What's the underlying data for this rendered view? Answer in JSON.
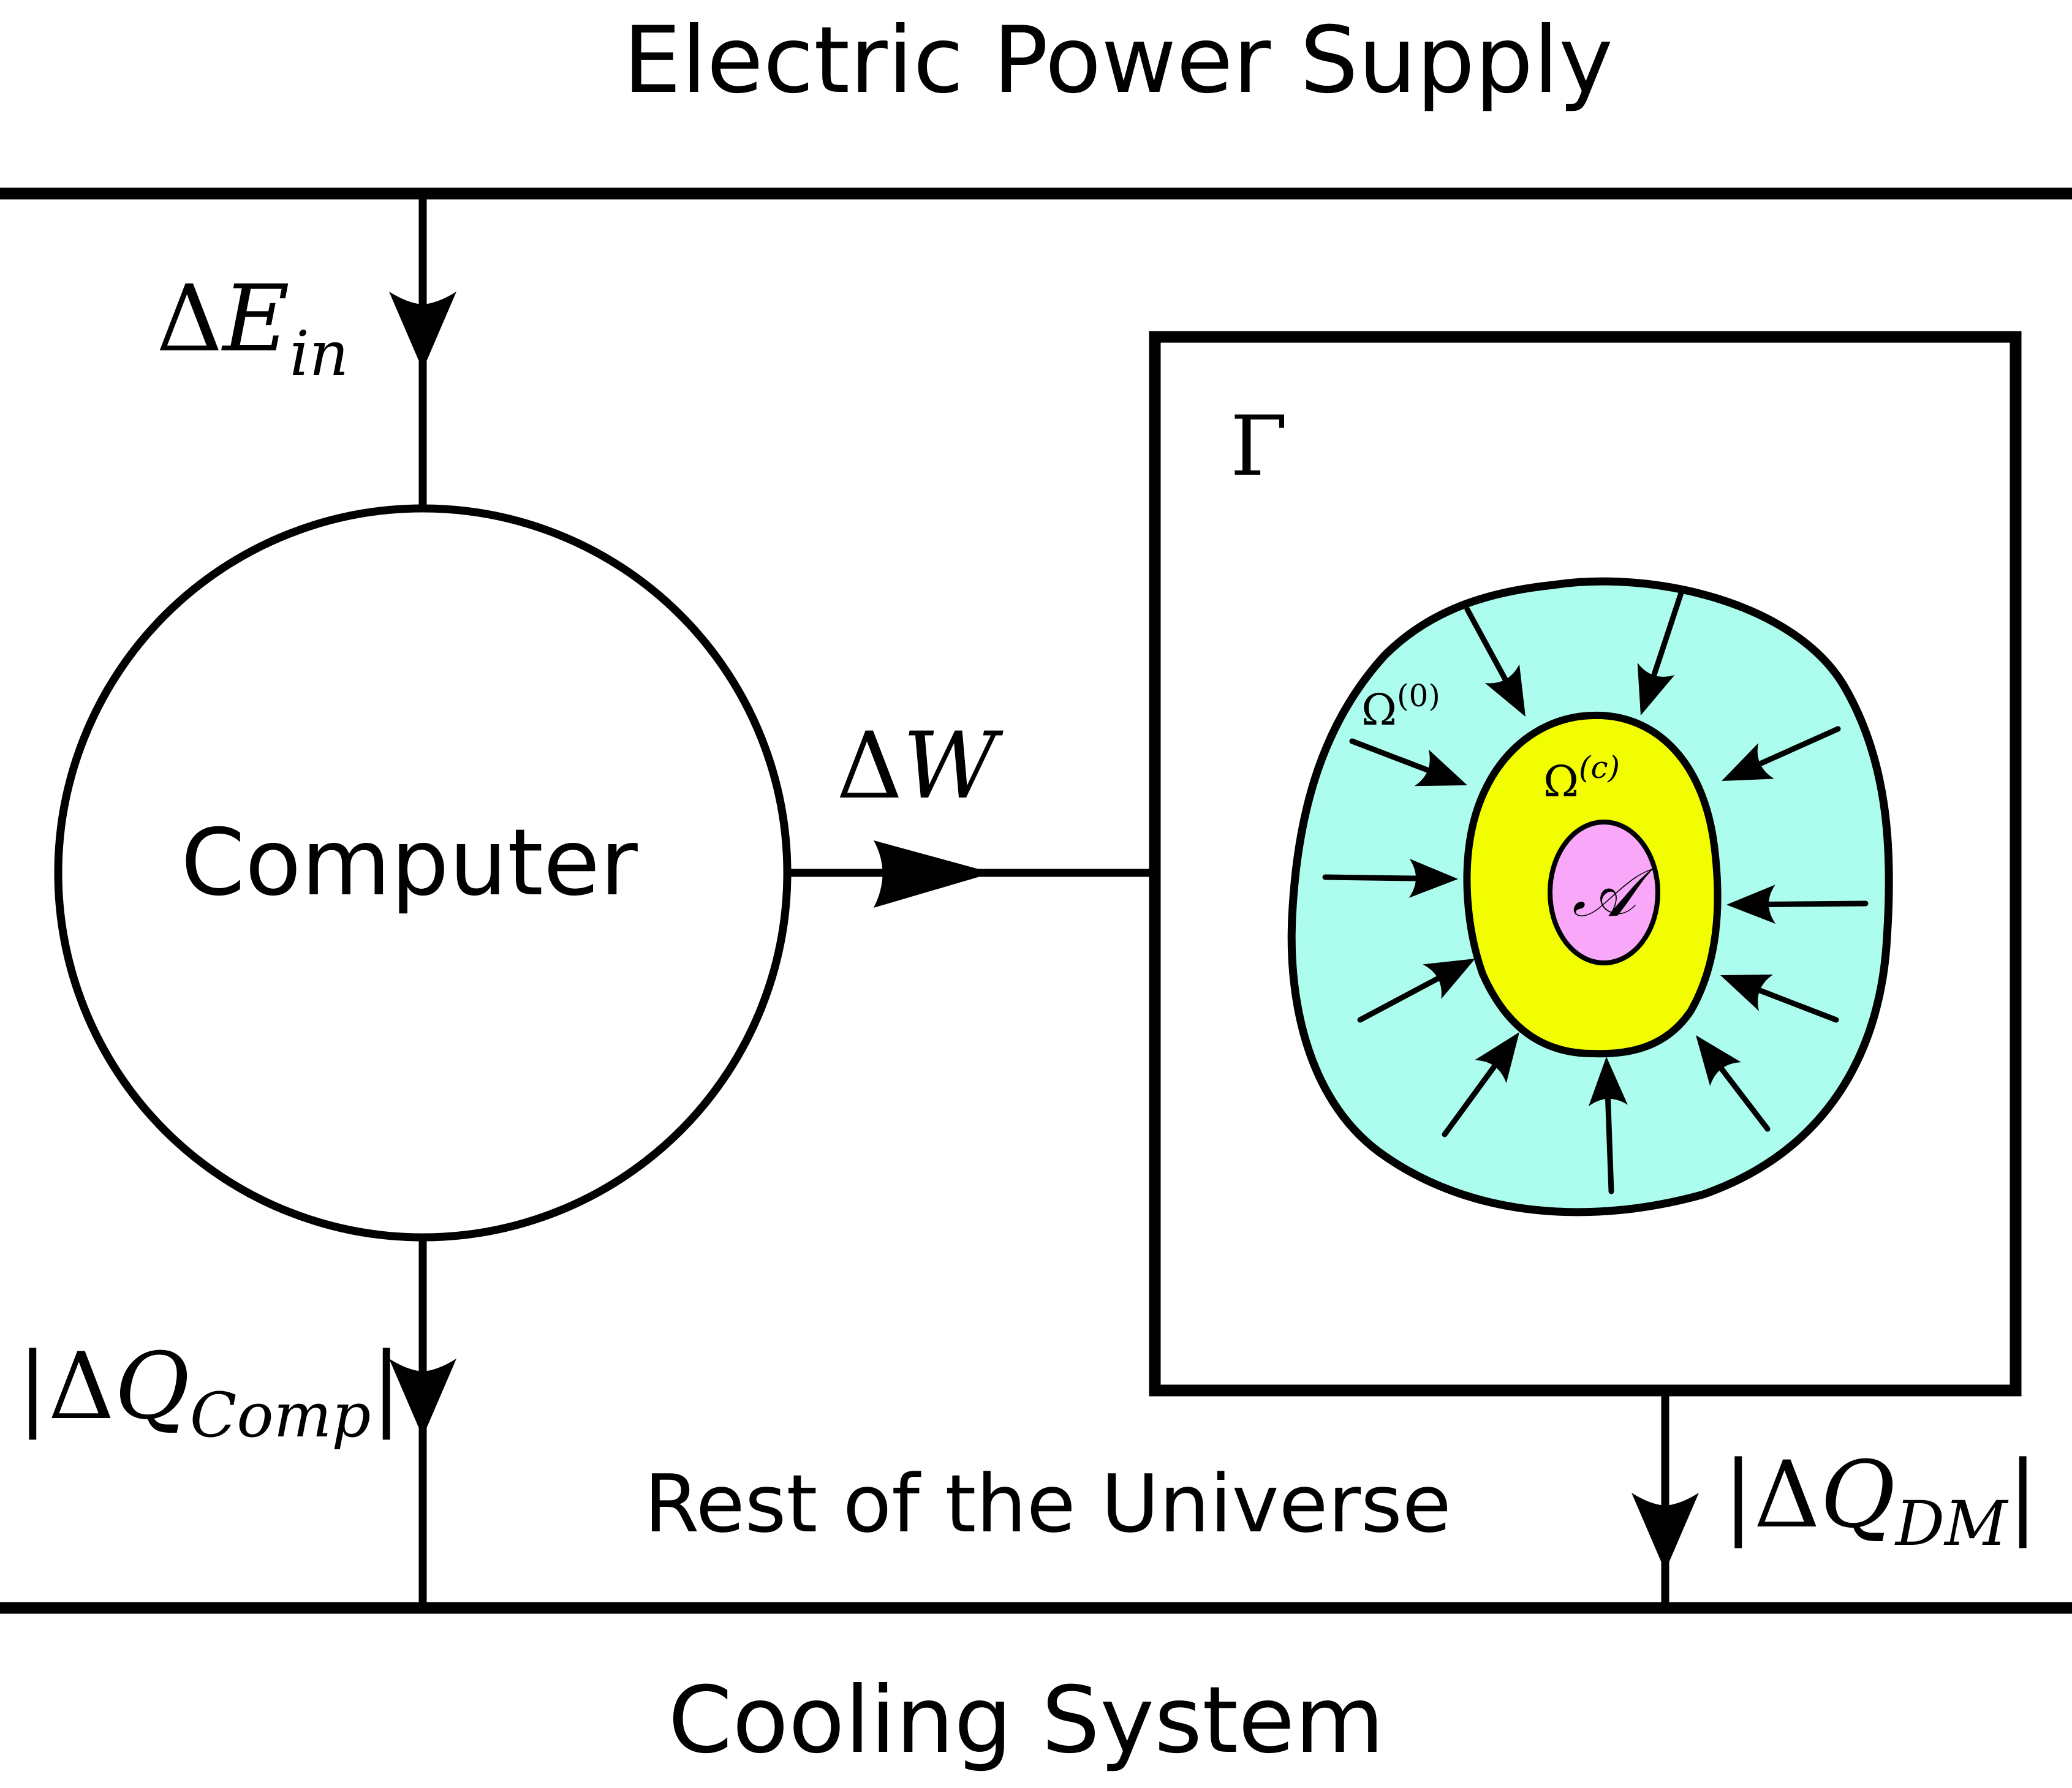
{
  "title": "Electric Power Supply",
  "bottom_label": "Cooling System",
  "computer_label": "Computer",
  "environment_label": "Rest of the Universe",
  "flows": {
    "energy_in": {
      "delta": "Δ",
      "symbol": "E",
      "subscript": "in",
      "direction": "down"
    },
    "work": {
      "delta": "Δ",
      "symbol": "W",
      "direction": "right"
    },
    "heat_computer": {
      "bar_left": "|",
      "delta": "Δ",
      "symbol": "Q",
      "subscript": "Comp",
      "bar_right": "|",
      "direction": "down"
    },
    "heat_dm": {
      "bar_left": "|",
      "delta": "Δ",
      "symbol": "Q",
      "subscript": "DM",
      "bar_right": "|",
      "direction": "down"
    }
  },
  "subsystem": {
    "box_label": "Γ",
    "outer_region": {
      "symbol": "Ω",
      "superscript": "(0)",
      "color": "#adfdee"
    },
    "inner_region": {
      "symbol": "Ω",
      "superscript": "(c)",
      "color": "#f1fd00"
    },
    "core": {
      "symbol": "𝒜",
      "color": "#f8a7f9"
    },
    "inward_arrow_count": 12
  },
  "colors": {
    "stroke": "#000000",
    "background": "#ffffff"
  }
}
